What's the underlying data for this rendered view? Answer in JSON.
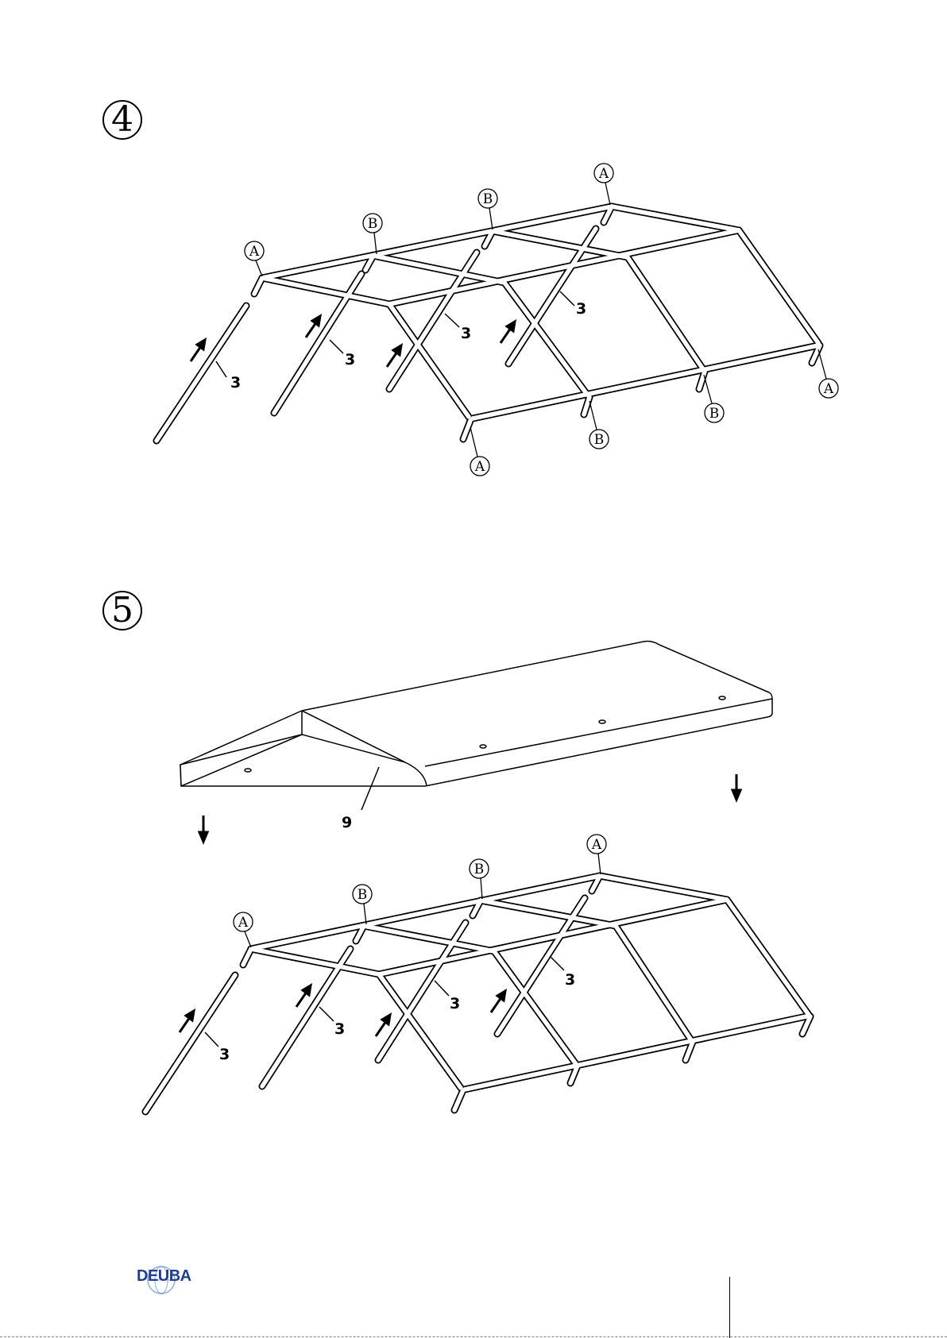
{
  "steps": [
    {
      "number": "4",
      "part_labels": [
        "3",
        "3",
        "3",
        "3"
      ],
      "connector_labels": [
        "A",
        "B",
        "B",
        "A",
        "A",
        "B",
        "B",
        "A"
      ]
    },
    {
      "number": "5",
      "part_labels": [
        "9",
        "3",
        "3",
        "3",
        "3"
      ],
      "connector_labels": [
        "A",
        "B",
        "B",
        "A"
      ]
    }
  ],
  "brand": {
    "name": "DEUBA",
    "color": "#1f3f8f"
  }
}
